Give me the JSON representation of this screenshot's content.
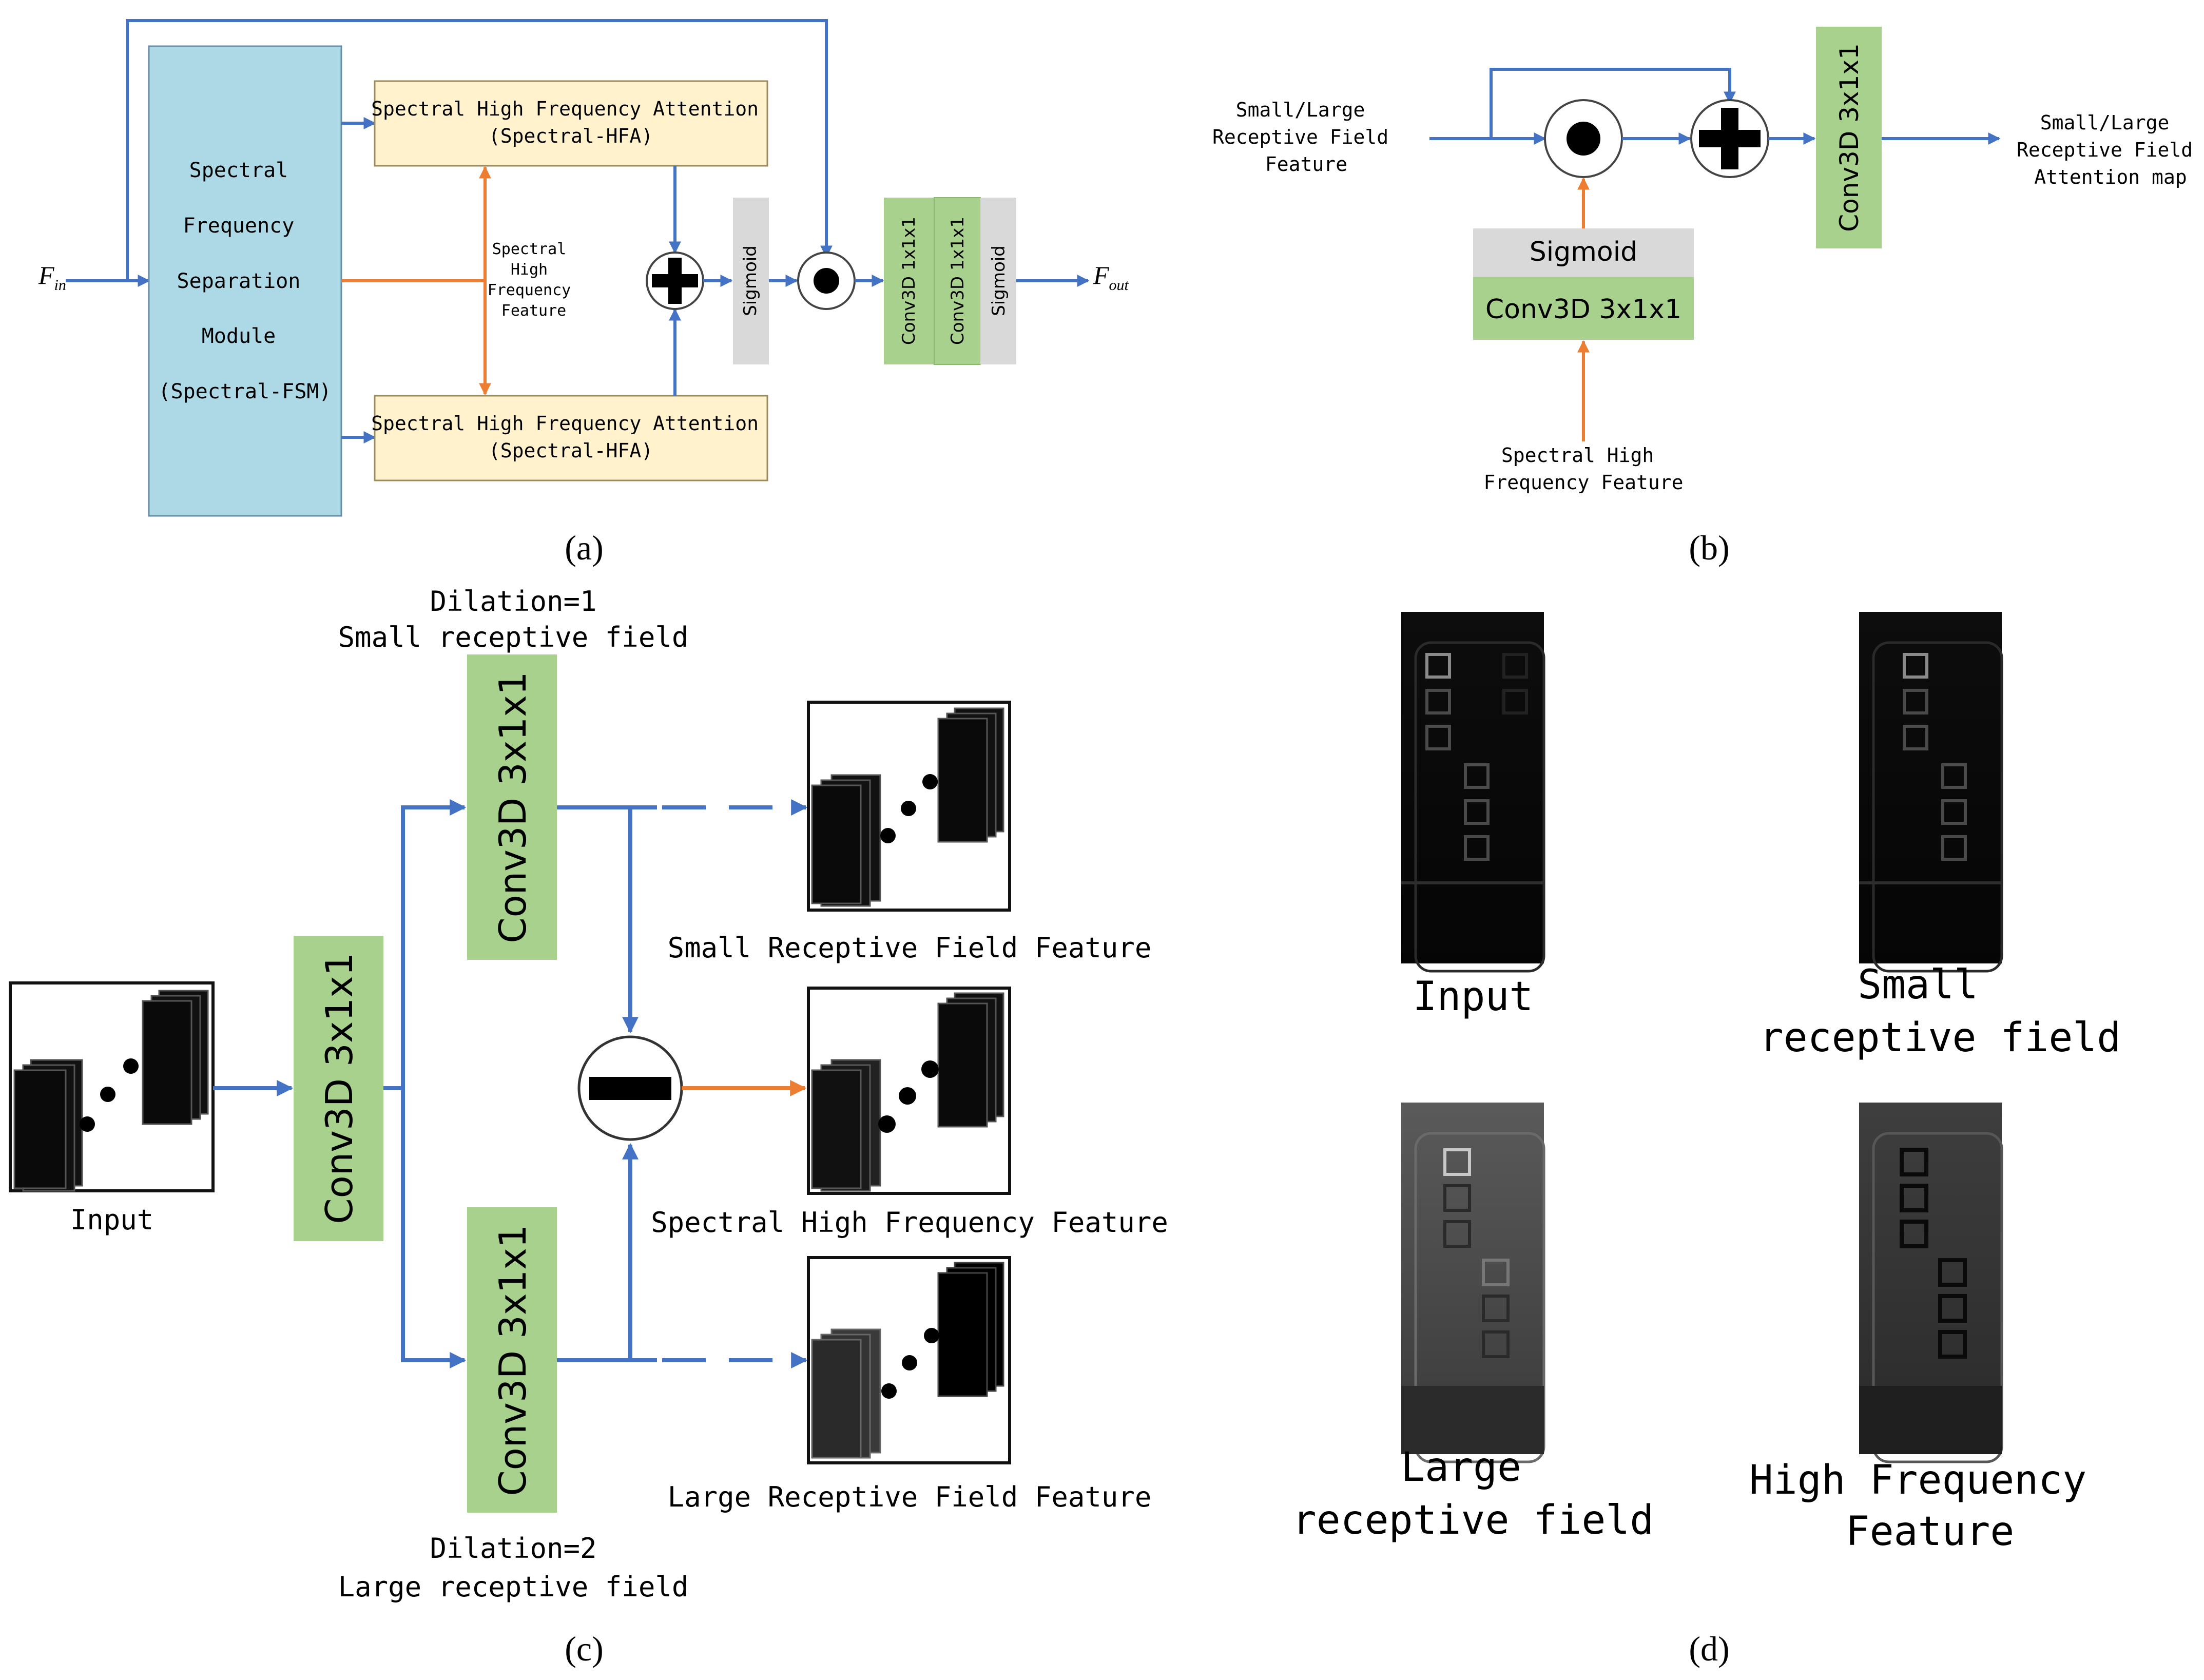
{
  "colors": {
    "blue_arrow": "#4472c4",
    "orange_arrow": "#ed7d31",
    "fsm_fill": "#add8e6",
    "hfa_fill": "#fff2cc",
    "conv_fill": "#a9d18e",
    "sigmoid_fill": "#d9d9d9"
  },
  "panel_a": {
    "label": "(a)",
    "f_in": "F",
    "f_in_sub": "in",
    "f_out": "F",
    "f_out_sub": "out",
    "fsm_lines": [
      "Spectral",
      "Frequency",
      "Separation",
      "Module",
      "(Spectral-FSM)"
    ],
    "hfa_top": [
      "Spectral High Frequency Attention",
      "(Spectral-HFA)"
    ],
    "hfa_bottom": [
      "Spectral High Frequency Attention",
      "(Spectral-HFA)"
    ],
    "feature_text": [
      "Spectral",
      "High",
      "Frequency",
      "Feature"
    ],
    "sigmoid1": "Sigmoid",
    "conv1": "Conv3D 1x1x1",
    "conv2": "Conv3D 1x1x1",
    "sigmoid2": "Sigmoid"
  },
  "panel_b": {
    "label": "(b)",
    "input_lines": [
      "Small/Large",
      "Receptive Field",
      "Feature"
    ],
    "output_lines": [
      "Small/Large",
      "Receptive Field",
      "Attention map"
    ],
    "sigmoid": "Sigmoid",
    "conv_small": "Conv3D 3x1x1",
    "conv_tall": "Conv3D 3x1x1",
    "bottom_lines": [
      "Spectral High",
      "Frequency Feature"
    ]
  },
  "panel_c": {
    "label": "(c)",
    "dilation1": "Dilation=1",
    "small_rf": "Small receptive field",
    "dilation2": "Dilation=2",
    "large_rf": "Large receptive field",
    "conv_left": "Conv3D 3x1x1",
    "conv_top": "Conv3D 3x1x1",
    "conv_bottom": "Conv3D 3x1x1",
    "input_label": "Input",
    "small_feature": "Small Receptive Field Feature",
    "high_feature": "Spectral High Frequency Feature",
    "large_feature": "Large Receptive Field Feature"
  },
  "panel_d": {
    "label": "(d)",
    "input": [
      "Input"
    ],
    "small": [
      "Small",
      "receptive field"
    ],
    "large": [
      "Large",
      "receptive field"
    ],
    "high": [
      "High Frequency",
      "Feature"
    ]
  }
}
